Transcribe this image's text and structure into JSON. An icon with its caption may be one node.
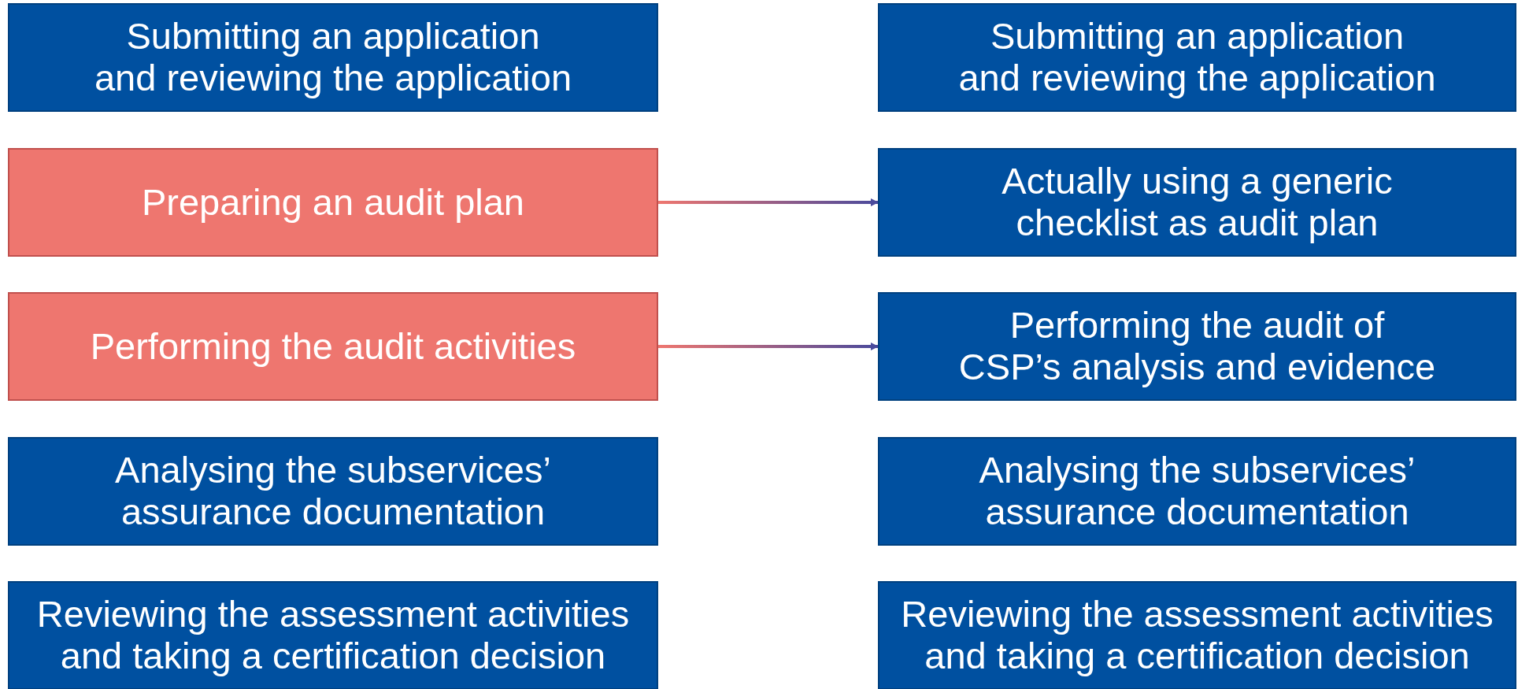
{
  "diagram": {
    "nodes": [
      {
        "text": [
          "Submitting an application and reviewing the application"
        ]
      },
      {
        "text": [
          "Preparing an audit plan"
        ]
      },
      {
        "text": [
          "Performing the audit activities"
        ]
      },
      {
        "text": [
          "Analysing the subservices’ assurance documentation"
        ]
      },
      {
        "text": [
          "Reviewing the assessment activities and taking a certification decision"
        ]
      },
      {
        "text": [
          "Submitting an application and reviewing the application"
        ]
      },
      {
        "text": [
          "Actually using a generic checklist as audit plan"
        ]
      },
      {
        "text": [
          "Performing the audit of CSP’s analysis and evidence"
        ]
      },
      {
        "text": [
          "Analysing the subservices’ assurance documentation"
        ]
      },
      {
        "text": [
          "Reviewing the assessment activities and taking a certification decision"
        ]
      }
    ],
    "edges": [
      {
        "from": 1,
        "to": 6,
        "arrow": "to"
      },
      {
        "from": 2,
        "to": 7,
        "arrow": "to"
      }
    ]
  }
}
